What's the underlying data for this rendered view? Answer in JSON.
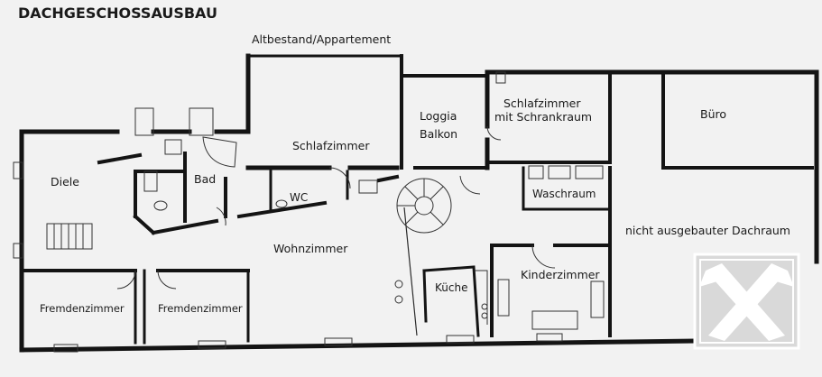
{
  "title": "DACHGESCHOSSAUSBAU",
  "rooms": {
    "altbestand": "Altbestand/Appartement",
    "schlafzimmer": "Schlafzimmer",
    "loggia": "Loggia",
    "balkon": "Balkon",
    "schlafzimmer_schrank_1": "Schlafzimmer",
    "schlafzimmer_schrank_2": "mit Schrankraum",
    "buero": "Büro",
    "diele": "Diele",
    "bad": "Bad",
    "wc": "WC",
    "waschraum": "Waschraum",
    "dachraum": "nicht ausgebauter Dachraum",
    "wohnzimmer": "Wohnzimmer",
    "kueche": "Küche",
    "kinderzimmer": "Kinderzimmer",
    "fremdenzimmer_1": "Fremdenzimmer",
    "fremdenzimmer_2": "Fremdenzimmer"
  },
  "colors": {
    "paper": "#f2f2f2",
    "ink": "#141414",
    "logo_bg": "#d9d9d9",
    "logo_mark": "#ffffff"
  },
  "icons": [
    "raiffeisen-cross-logo"
  ]
}
